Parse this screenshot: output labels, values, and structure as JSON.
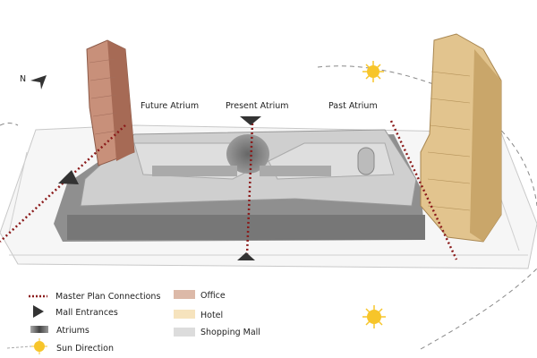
{
  "labels": {
    "north": "N",
    "future_atrium": "Future Atrium",
    "present_atrium": "Present Atrium",
    "past_atrium": "Past Atrium"
  },
  "legend": {
    "items": [
      {
        "label": "Master Plan Connections",
        "icon": "dotted-line"
      },
      {
        "label": "Mall Entrances",
        "icon": "triangle"
      },
      {
        "label": "Atriums",
        "icon": "gradient-bar"
      },
      {
        "label": "Sun Direction",
        "icon": "sun"
      }
    ],
    "uses": [
      {
        "label": "Office",
        "color": "#dcb9a8"
      },
      {
        "label": "Hotel",
        "color": "#f6e3bd"
      },
      {
        "label": "Shopping Mall",
        "color": "#dcdcdc"
      }
    ]
  },
  "colors": {
    "connection": "#8b1a1a",
    "office": "#c8907a",
    "hotel": "#d9b77e",
    "mall": "#bdbdbd",
    "sun": "#f7c52a"
  }
}
